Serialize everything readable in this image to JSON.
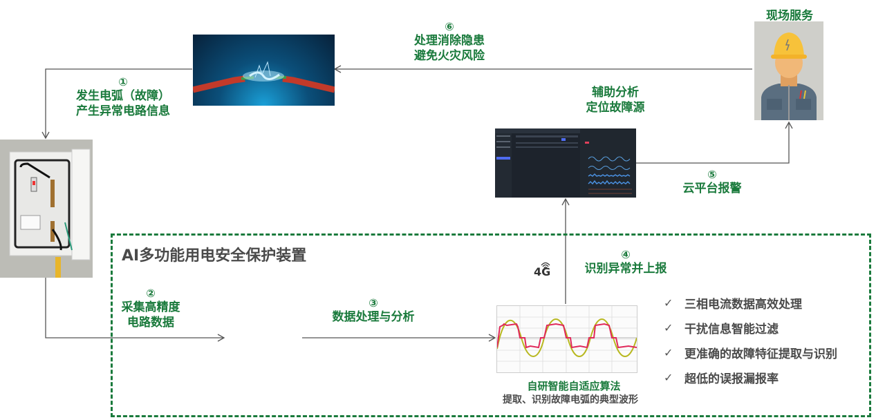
{
  "steps": {
    "s1": {
      "num": "①",
      "line1": "发生电弧（故障）",
      "line2": "产生异常电路信息"
    },
    "s2": {
      "num": "②",
      "line1": "采集高精度",
      "line2": "电路数据"
    },
    "s3": {
      "num": "③",
      "line1": "数据处理与分析"
    },
    "s4": {
      "num": "④",
      "line1": "识别异常并上报"
    },
    "s5": {
      "num": "⑤",
      "line1": "云平台报警"
    },
    "s6": {
      "num": "⑥",
      "line1": "处理消除隐患",
      "line2": "避免火灾风险"
    }
  },
  "labels": {
    "field_service": "现场服务",
    "assist_line1": "辅助分析",
    "assist_line2": "定位故障源",
    "network": "4G"
  },
  "device_box": {
    "title": "AI多功能用电安全保护装置",
    "features": [
      {
        "check": "✓",
        "text": "三相电流数据高效处理"
      },
      {
        "check": "✓",
        "text": "干扰信息智能过滤"
      },
      {
        "check": "✓",
        "text": "更准确的故障特征提取与识别"
      },
      {
        "check": "✓",
        "text": "超低的误报漏报率"
      }
    ],
    "algo_caption": "自研智能自适应算法",
    "algo_subcaption": "提取、识别故障电弧的典型波形"
  },
  "images": {
    "arc": "arc-wire-photo",
    "cabinet": "distribution-cabinet-photo",
    "worker": "electrician-illustration",
    "dashboard": "cloud-platform-dashboard",
    "waveform": "arc-fault-waveform"
  },
  "colors": {
    "accent": "#1a7a3c",
    "text_dark": "#4a4a4a",
    "line": "#555555"
  }
}
